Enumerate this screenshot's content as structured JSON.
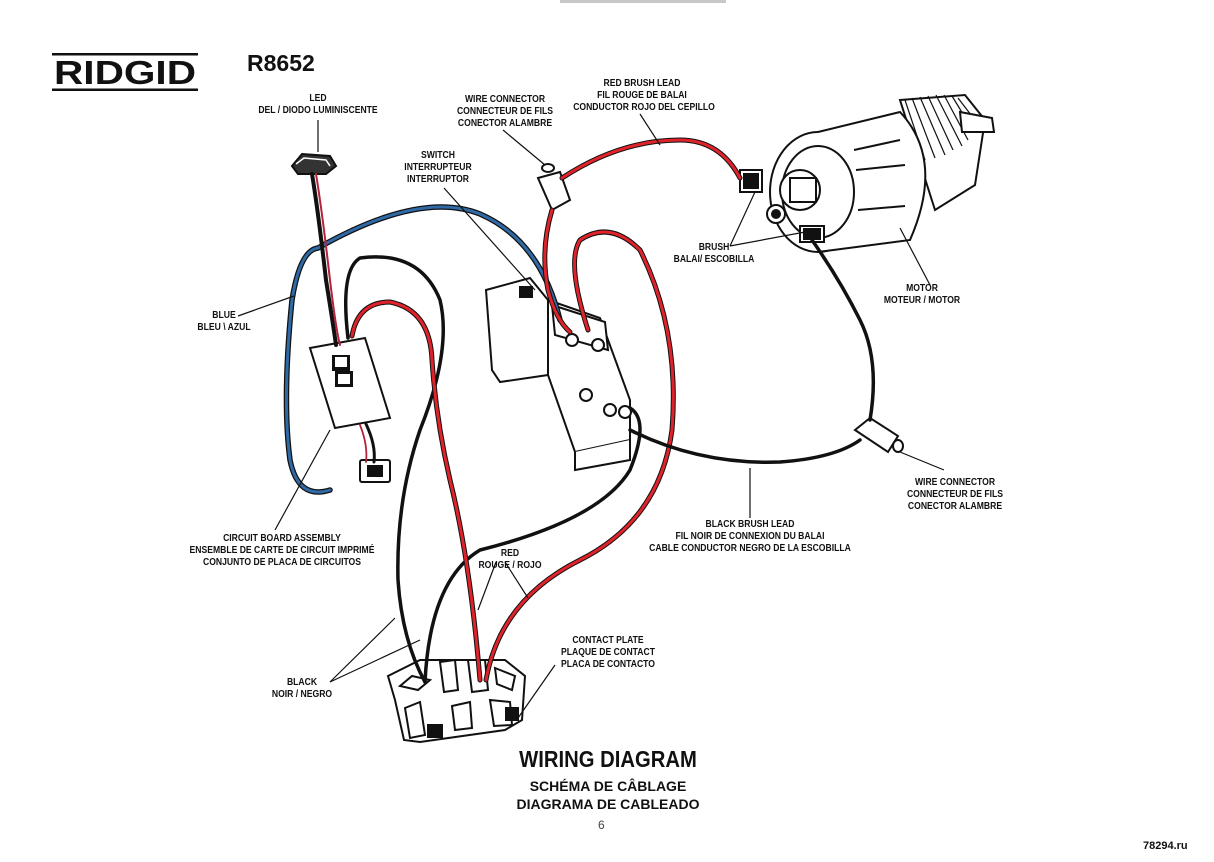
{
  "brand": {
    "logo_text": "RIDGID",
    "model": "R8652"
  },
  "labels": {
    "led": [
      "LED",
      "DEL / DIODO LUMINISCENTE"
    ],
    "wire_connector_top": [
      "WIRE CONNECTOR",
      "CONNECTEUR DE FILS",
      "CONECTOR ALAMBRE"
    ],
    "red_brush_lead": [
      "RED BRUSH LEAD",
      "FIL ROUGE DE BALAI",
      "CONDUCTOR ROJO DEL CEPILLO"
    ],
    "switch": [
      "SWITCH",
      "INTERRUPTEUR",
      "INTERRUPTOR"
    ],
    "brush": [
      "BRUSH",
      "BALAI/ ESCOBILLA"
    ],
    "motor": [
      "MOTOR",
      "MOTEUR / MOTOR"
    ],
    "blue": [
      "BLUE",
      "BLEU \\ AZUL"
    ],
    "wire_connector_right": [
      "WIRE CONNECTOR",
      "CONNECTEUR DE FILS",
      "CONECTOR ALAMBRE"
    ],
    "black_brush_lead": [
      "BLACK BRUSH LEAD",
      "FIL NOIR DE CONNEXION DU BALAI",
      "CABLE CONDUCTOR NEGRO DE LA ESCOBILLA"
    ],
    "circuit_board": [
      "CIRCUIT BOARD ASSEMBLY",
      "ENSEMBLE DE CARTE DE CIRCUIT IMPRIMÉ",
      "CONJUNTO DE PLACA DE CIRCUITOS"
    ],
    "red": [
      "RED",
      "ROUGE / ROJO"
    ],
    "contact_plate": [
      "CONTACT PLATE",
      "PLAQUE DE CONTACT",
      "PLACA DE CONTACTO"
    ],
    "black": [
      "BLACK",
      "NOIR / NEGRO"
    ]
  },
  "title": {
    "main": "WIRING DIAGRAM",
    "fr": "SCHÉMA DE CÂBLAGE",
    "es": "DIAGRAMA DE CABLEADO"
  },
  "page_number": "6",
  "watermark": "78294.ru",
  "colors": {
    "red_wire": "#e0232b",
    "blue_wire": "#2f6aa6",
    "black_wire": "#111111",
    "ink": "#111111"
  }
}
